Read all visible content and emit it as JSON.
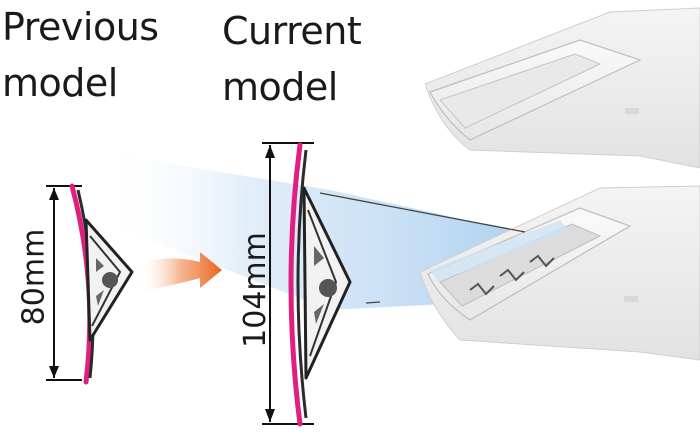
{
  "labels": {
    "previous_line1": "Previous",
    "previous_line2": "model",
    "current_line1": "Current",
    "current_line2": "model"
  },
  "dimensions": {
    "previous": "80mm",
    "current": "104mm"
  },
  "colors": {
    "flap_edge": "#e0207f",
    "arrow": "#e8631f",
    "airflow": "#a9cdee",
    "unit_body": "#eeeeee",
    "text": "#1a1a1a"
  }
}
